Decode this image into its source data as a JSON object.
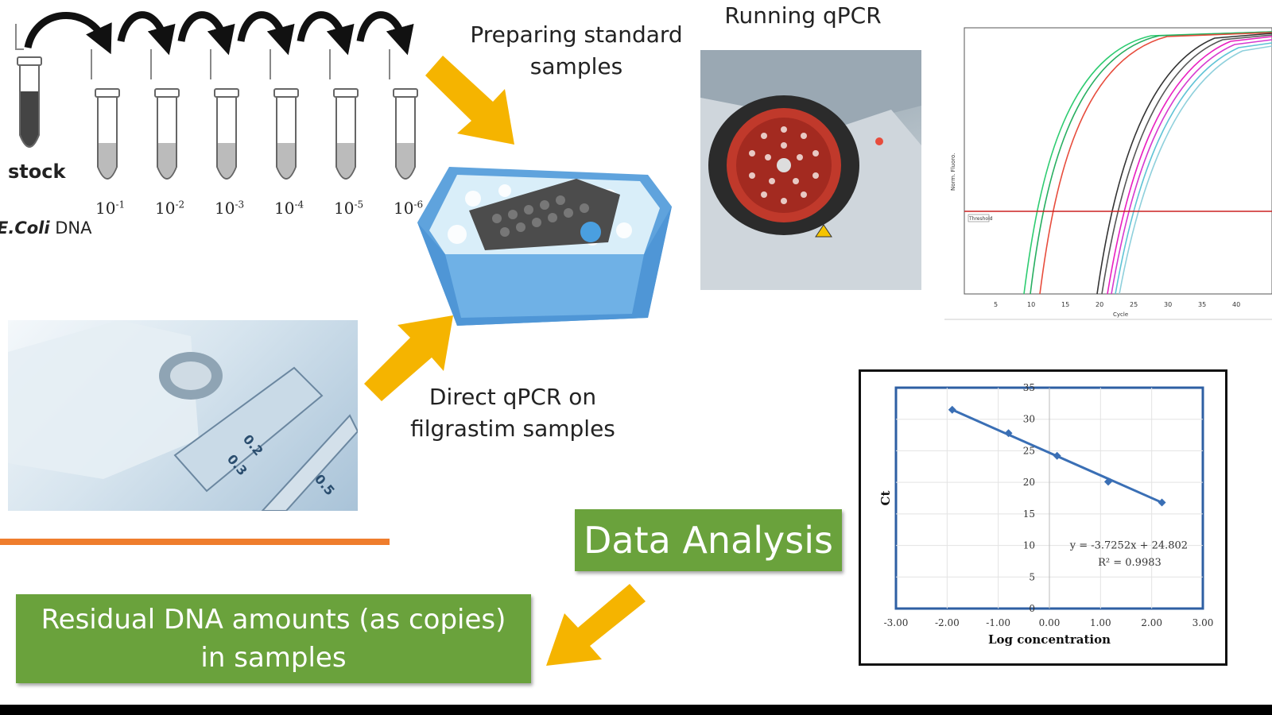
{
  "labels": {
    "stock": "stock",
    "ecoli_species": "E.Coli",
    "ecoli_suffix": "DNA",
    "preparing": "Preparing standard samples",
    "running": "Running qPCR",
    "direct": "Direct qPCR on filgrastim samples",
    "data_analysis": "Data Analysis",
    "residual": "Residual DNA amounts (as copies) in samples"
  },
  "dilutions": [
    {
      "base": "10",
      "exp": "-1"
    },
    {
      "base": "10",
      "exp": "-2"
    },
    {
      "base": "10",
      "exp": "-3"
    },
    {
      "base": "10",
      "exp": "-4"
    },
    {
      "base": "10",
      "exp": "-5"
    },
    {
      "base": "10",
      "exp": "-6"
    }
  ],
  "colors": {
    "arrow": "#f5b400",
    "green_box": "#6aa23c",
    "orange_line": "#ef7d2d",
    "series_line": "#3a6fb5",
    "threshold": "#cc2222"
  },
  "amplification_plot": {
    "threshold_label": "Threshold",
    "x_ticks": [
      "5",
      "10",
      "15",
      "20",
      "25",
      "30",
      "35",
      "40"
    ],
    "xlabel": "Cycle",
    "ylabel": "Norm. Fluoro."
  },
  "chart_data": {
    "type": "scatter",
    "title": "",
    "xlabel": "Log concentration",
    "ylabel": "Ct",
    "xlim": [
      -3.0,
      3.0
    ],
    "ylim": [
      0,
      35
    ],
    "x_ticks": [
      "-3.00",
      "-2.00",
      "-1.00",
      "0.00",
      "1.00",
      "2.00",
      "3.00"
    ],
    "y_ticks": [
      "0",
      "5",
      "10",
      "15",
      "20",
      "25",
      "30",
      "35"
    ],
    "series": [
      {
        "x": [
          -1.9,
          -0.8,
          0.15,
          1.15,
          2.2
        ],
        "y": [
          31.5,
          27.8,
          24.2,
          20.1,
          16.8
        ]
      }
    ],
    "trendline": {
      "slope": -3.7252,
      "intercept": 24.802
    },
    "equation": "y = -3.7252x + 24.802",
    "r_squared": "R² = 0.9983",
    "grid": true
  }
}
